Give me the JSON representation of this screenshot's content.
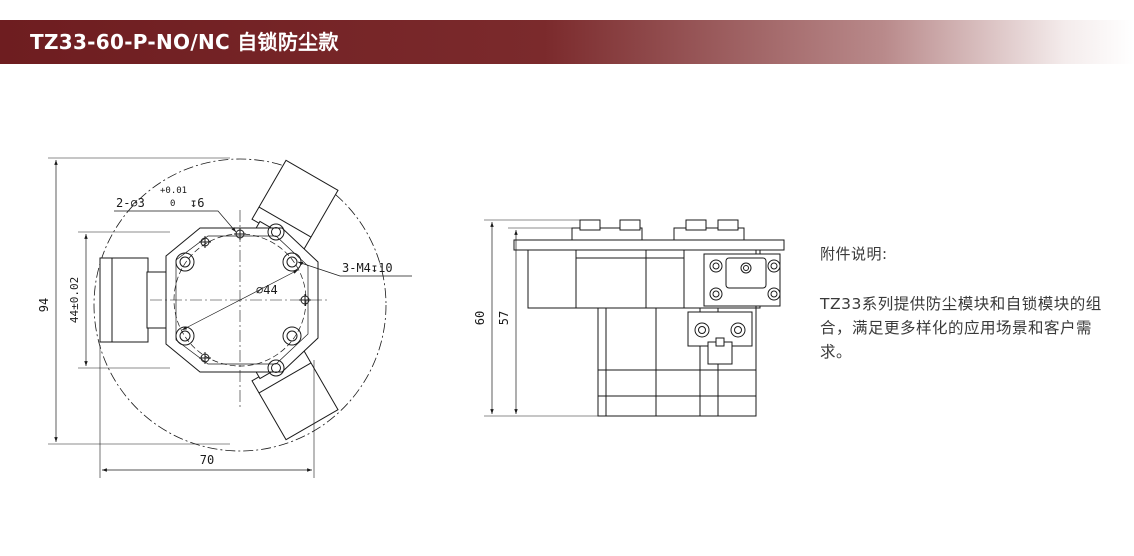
{
  "header": {
    "title": "TZ33-60-P-NO/NC 自锁防尘款"
  },
  "front_view": {
    "dim_height_total": "94",
    "dim_height_body": "44±0.02",
    "dim_width": "70",
    "dim_pcd": "⌀44",
    "dim_pin_hole_prefix": "2-⌀3",
    "dim_pin_tol_upper": "+0.01",
    "dim_pin_tol_lower": "0",
    "dim_pin_depth": "↧6",
    "dim_thread": "3-M4↧10"
  },
  "side_view": {
    "dim_height_total": "60",
    "dim_height_body": "57"
  },
  "notes": {
    "heading": "附件说明:",
    "body": "TZ33系列提供防尘模块和自锁模块的组合，满足更多样化的应用场景和客户需求。"
  }
}
